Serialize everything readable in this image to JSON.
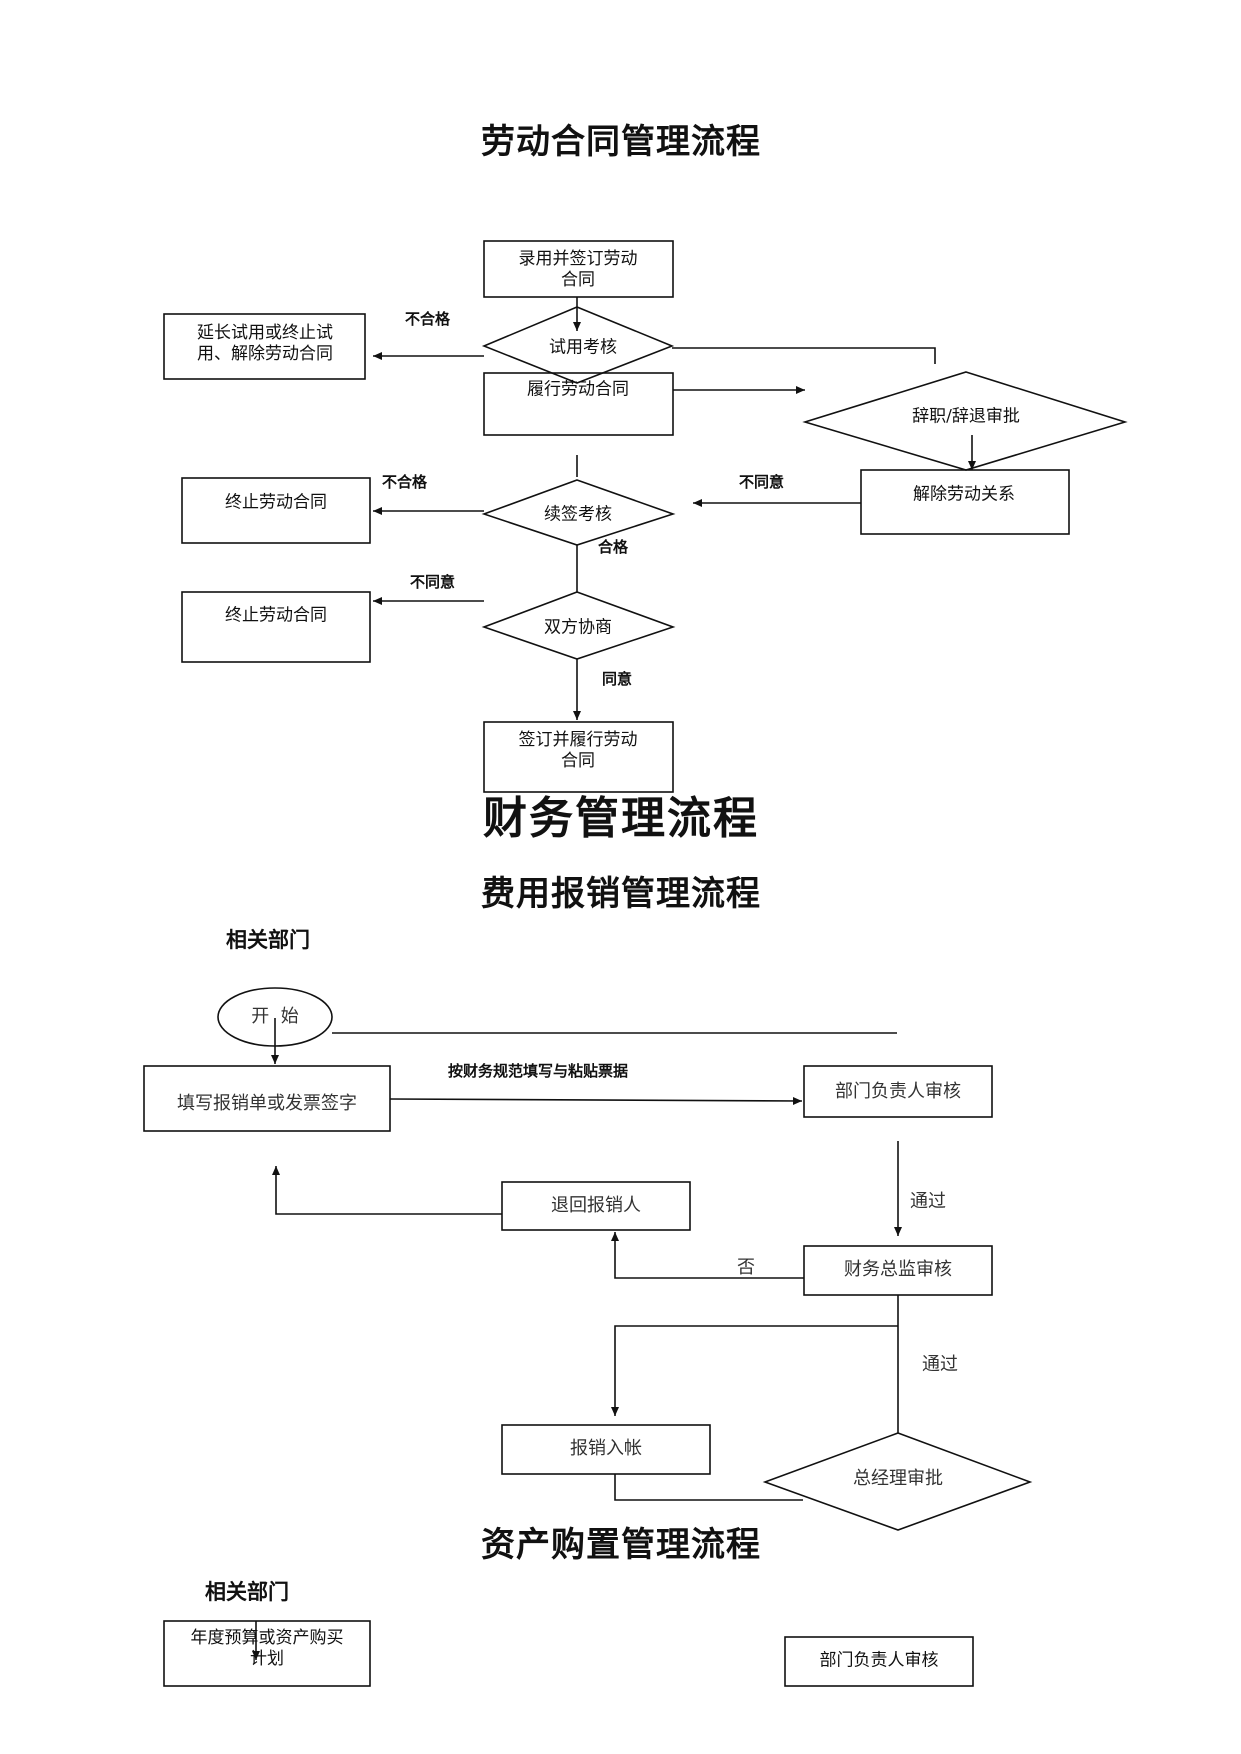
{
  "section1": {
    "title": "劳动合同管理流程",
    "nodes": {
      "sign_contract": "录用并签订劳动\n合同",
      "probation_review": "试用考核",
      "extend_probation": "延长试用或终止试\n用、解除劳动合同",
      "perform_contract": "履行劳动合同",
      "resign_approval": "辞职/辞退审批",
      "dissolve_relation": "解除劳动关系",
      "renewal_review": "续签考核",
      "terminate_contract_1": "终止劳动合同",
      "terminate_contract_2": "终止劳动合同",
      "mutual_negotiation": "双方协商",
      "sign_and_perform": "签订并履行劳动\n合同"
    },
    "labels": {
      "unqualified_1": "不合格",
      "unqualified_2": "不合格",
      "disagree_1": "不同意",
      "disagree_2": "不同意",
      "qualified": "合格",
      "agree": "同意"
    }
  },
  "main_title": "财务管理流程",
  "section2": {
    "title": "费用报销管理流程",
    "dept_label": "相关部门",
    "nodes": {
      "start": "开  始",
      "fill_form": "填写报销单或发票签字",
      "dept_head_review": "部门负责人审核",
      "return_to_claimant": "退回报销人",
      "finance_director_review": "财务总监审核",
      "reimburse_entry": "报销入帐",
      "gm_approval": "总经理审批"
    },
    "labels": {
      "fill_per_rules": "按财务规范填写与粘贴票据",
      "pass_1": "通过",
      "no": "否",
      "pass_2": "通过"
    }
  },
  "section3": {
    "title": "资产购置管理流程",
    "dept_label": "相关部门",
    "nodes": {
      "annual_plan": "年度预算或资产购买\n计划",
      "dept_head_review": "部门负责人审核"
    }
  }
}
